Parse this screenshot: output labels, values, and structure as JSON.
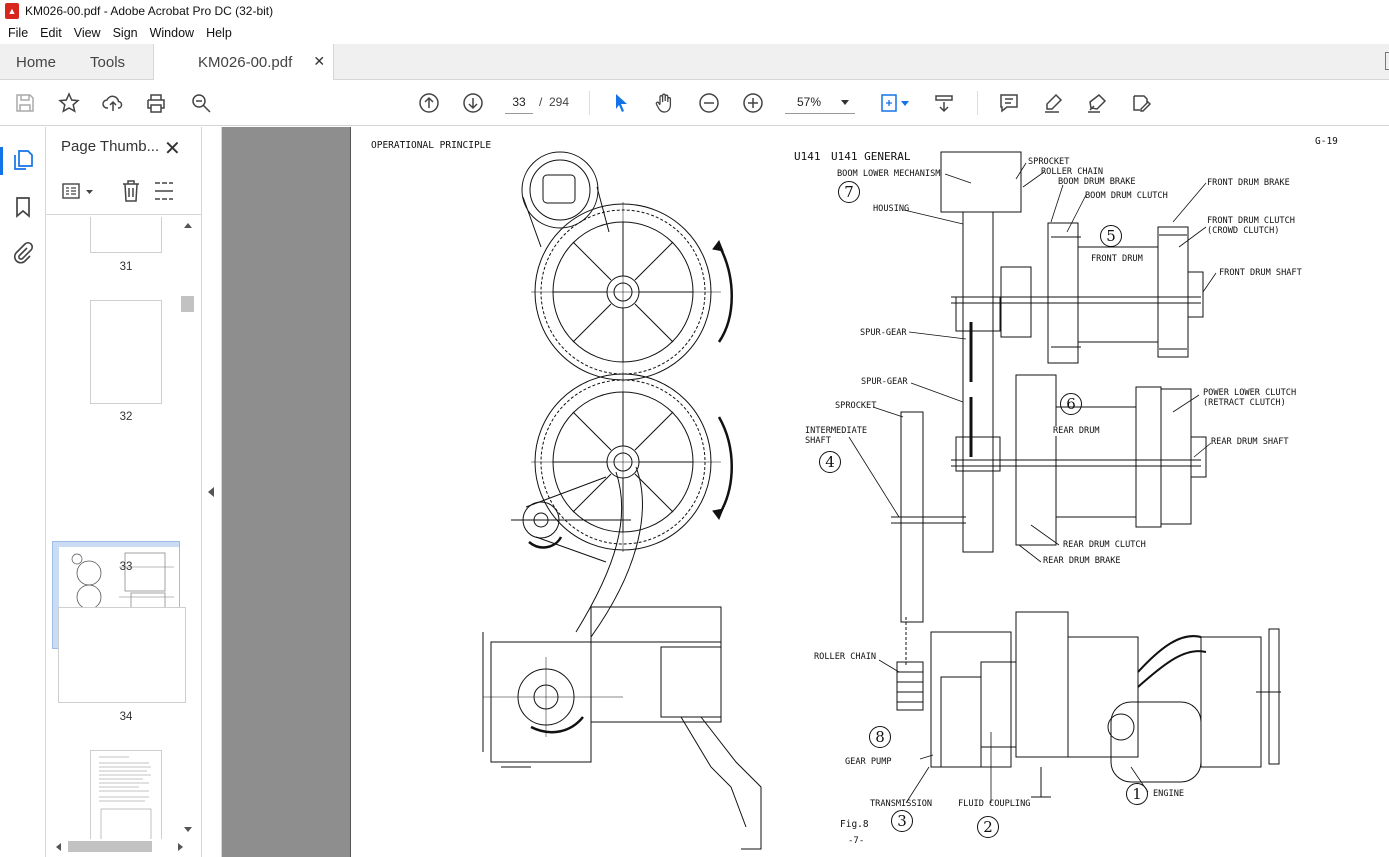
{
  "window": {
    "title": "KM026-00.pdf - Adobe Acrobat Pro DC (32-bit)"
  },
  "menu": [
    "File",
    "Edit",
    "View",
    "Sign",
    "Window",
    "Help"
  ],
  "tabs": {
    "home": "Home",
    "tools": "Tools",
    "document": "KM026-00.pdf"
  },
  "toolbar": {
    "current_page": "33",
    "separator": "/",
    "total_pages": "294",
    "zoom": "57%"
  },
  "thumbnails": {
    "title": "Page Thumb...",
    "pages": [
      "31",
      "32",
      "33",
      "34"
    ],
    "selected": "33"
  },
  "document": {
    "header_left": "OPERATIONAL PRINCIPLE",
    "header_right": "G-19",
    "model": "U141",
    "model_title": "U141 GENERAL",
    "figure": "Fig.8",
    "page_footer": "-7-",
    "labels": {
      "boom_lower_mechanism": "BOOM LOWER MECHANISM",
      "sprocket_top": "SPROCKET",
      "roller_chain_top": "ROLLER CHAIN",
      "boom_drum_brake": "BOOM DRUM BRAKE",
      "boom_drum_clutch": "BOOM DRUM CLUTCH",
      "front_drum_brake": "FRONT DRUM BRAKE",
      "front_drum_clutch": "FRONT DRUM CLUTCH",
      "crowd_clutch": "(CROWD CLUTCH)",
      "housing": "HOUSING",
      "front_drum": "FRONT DRUM",
      "front_drum_shaft": "FRONT DRUM SHAFT",
      "spur_gear_1": "SPUR-GEAR",
      "spur_gear_2": "SPUR-GEAR",
      "sprocket_mid": "SPROCKET",
      "power_lower_clutch": "POWER LOWER CLUTCH",
      "retract_clutch": "(RETRACT CLUTCH)",
      "intermediate": "INTERMEDIATE",
      "shaft": "SHAFT",
      "rear_drum": "REAR DRUM",
      "rear_drum_shaft": "REAR DRUM SHAFT",
      "rear_drum_clutch": "REAR DRUM CLUTCH",
      "rear_drum_brake": "REAR DRUM BRAKE",
      "roller_chain_low": "ROLLER CHAIN",
      "gear_pump": "GEAR PUMP",
      "transmission": "TRANSMISSION",
      "fluid_coupling": "FLUID COUPLING",
      "engine": "ENGINE"
    },
    "numbers": {
      "n1": "1",
      "n2": "2",
      "n3": "3",
      "n4": "4",
      "n5": "5",
      "n6": "6",
      "n7": "7",
      "n8": "8"
    }
  }
}
